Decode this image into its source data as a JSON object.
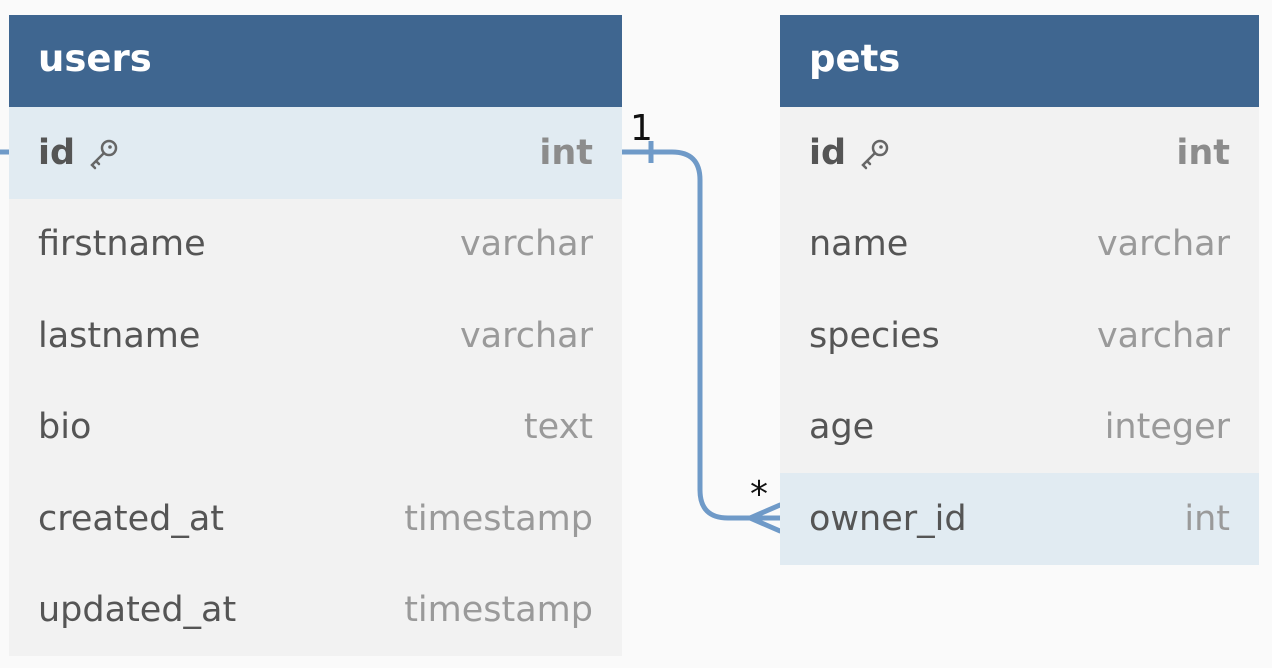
{
  "tables": {
    "users": {
      "name": "users",
      "columns": [
        {
          "name": "id",
          "type": "int",
          "primary_key": true,
          "icon": "key-icon"
        },
        {
          "name": "firstname",
          "type": "varchar"
        },
        {
          "name": "lastname",
          "type": "varchar"
        },
        {
          "name": "bio",
          "type": "text"
        },
        {
          "name": "created_at",
          "type": "timestamp"
        },
        {
          "name": "updated_at",
          "type": "timestamp"
        }
      ]
    },
    "pets": {
      "name": "pets",
      "columns": [
        {
          "name": "id",
          "type": "int",
          "primary_key": true,
          "icon": "key-icon"
        },
        {
          "name": "name",
          "type": "varchar"
        },
        {
          "name": "species",
          "type": "varchar"
        },
        {
          "name": "age",
          "type": "integer"
        },
        {
          "name": "owner_id",
          "type": "int",
          "highlighted": true
        }
      ]
    }
  },
  "relationship": {
    "from": "users.id",
    "to": "pets.owner_id",
    "from_cardinality": "1",
    "to_cardinality": "*"
  },
  "colors": {
    "header": "#3f6690",
    "highlight_row": "#e1ebf2",
    "relation_line": "#6f9ac8"
  }
}
